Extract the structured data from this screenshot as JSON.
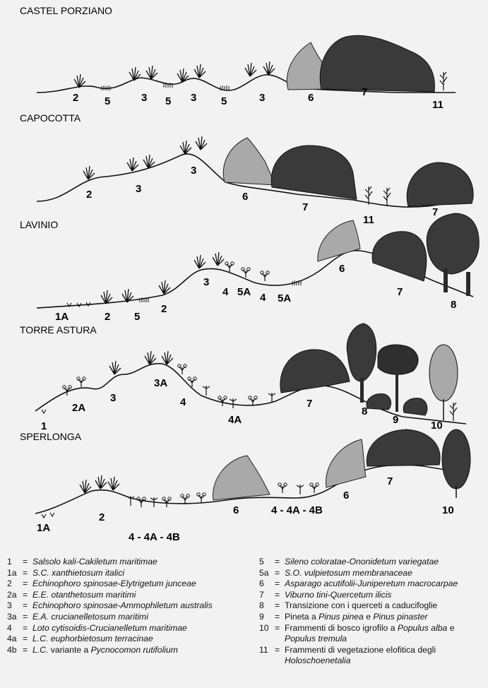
{
  "sites": [
    {
      "id": "castel-porziano",
      "title": "CASTEL PORZIANO",
      "labels": [
        "2",
        "5",
        "3",
        "5",
        "3",
        "5",
        "3",
        "6",
        "7",
        "11"
      ]
    },
    {
      "id": "capocotta",
      "title": "CAPOCOTTA",
      "labels": [
        "2",
        "3",
        "3",
        "6",
        "7",
        "11",
        "7"
      ]
    },
    {
      "id": "lavinio",
      "title": "LAVINIO",
      "labels": [
        "1A",
        "2",
        "5",
        "2",
        "3",
        "4",
        "5A",
        "4",
        "5A",
        "6",
        "7",
        "8"
      ]
    },
    {
      "id": "torre-astura",
      "title": "TORRE ASTURA",
      "labels": [
        "1",
        "2A",
        "3",
        "3A",
        "4",
        "4A",
        "7",
        "8",
        "9",
        "10"
      ]
    },
    {
      "id": "sperlonga",
      "title": "SPERLONGA",
      "labels": [
        "1A",
        "2",
        "4 - 4A - 4B",
        "6",
        "4 - 4A - 4B",
        "6",
        "7",
        "10"
      ]
    }
  ],
  "legend": {
    "left": [
      {
        "code": "1",
        "eq": "=",
        "parts": [
          {
            "t": "Salsolo kali-Cakiletum maritimae",
            "i": true
          }
        ]
      },
      {
        "code": "1a",
        "eq": "=",
        "parts": [
          {
            "t": "S.C. xanthietosum italici",
            "i": true
          }
        ]
      },
      {
        "code": "2",
        "eq": "=",
        "parts": [
          {
            "t": "Echinophoro spinosae-Elytrigetum junceae",
            "i": true
          }
        ]
      },
      {
        "code": "2a",
        "eq": "=",
        "parts": [
          {
            "t": "E.E. otanthetosum maritimi",
            "i": true
          }
        ]
      },
      {
        "code": "3",
        "eq": "=",
        "parts": [
          {
            "t": "Echinophoro spinosae-Ammophiletum australis",
            "i": true
          }
        ]
      },
      {
        "code": "3a",
        "eq": "=",
        "parts": [
          {
            "t": "E.A. crucianelletosum maritimi",
            "i": true
          }
        ]
      },
      {
        "code": "4",
        "eq": "=",
        "parts": [
          {
            "t": "Loto cytisoidis-Crucianelletum maritimae",
            "i": true
          }
        ]
      },
      {
        "code": "4a",
        "eq": "=",
        "parts": [
          {
            "t": "L.C. euphorbietosum terracinae",
            "i": true
          }
        ]
      },
      {
        "code": "4b",
        "eq": "=",
        "parts": [
          {
            "t": "L.C.",
            "i": true
          },
          {
            "t": " variante a ",
            "i": false
          },
          {
            "t": "Pycnocomon rutifolium",
            "i": true
          }
        ]
      }
    ],
    "right": [
      {
        "code": "5",
        "eq": "=",
        "parts": [
          {
            "t": "Sileno coloratae-Ononidetum variegatae",
            "i": true
          }
        ]
      },
      {
        "code": "5a",
        "eq": "=",
        "parts": [
          {
            "t": "S.O. vulpietosum membranaceae",
            "i": true
          }
        ]
      },
      {
        "code": "6",
        "eq": "=",
        "parts": [
          {
            "t": "Asparago acutifolii-Juniperetum macrocarpae",
            "i": true
          }
        ]
      },
      {
        "code": "7",
        "eq": "=",
        "parts": [
          {
            "t": "Viburno tini-Quercetum ilicis",
            "i": true
          }
        ]
      },
      {
        "code": "8",
        "eq": "=",
        "parts": [
          {
            "t": "Transizione con i querceti a caducifoglie",
            "i": false
          }
        ]
      },
      {
        "code": "9",
        "eq": "=",
        "parts": [
          {
            "t": "Pineta a ",
            "i": false
          },
          {
            "t": "Pinus pinea",
            "i": true
          },
          {
            "t": " e ",
            "i": false
          },
          {
            "t": "Pinus pinaster",
            "i": true
          }
        ]
      },
      {
        "code": "10",
        "eq": "=",
        "parts": [
          {
            "t": "Frammenti di bosco igrofilo a ",
            "i": false
          },
          {
            "t": "Populus alba",
            "i": true
          },
          {
            "t": " e",
            "i": false
          }
        ],
        "cont": [
          {
            "t": "Populus tremula",
            "i": true
          }
        ]
      },
      {
        "code": "11",
        "eq": "=",
        "parts": [
          {
            "t": "Frammenti di vegetazione elofitica degli",
            "i": false
          }
        ],
        "cont": [
          {
            "t": "Holoschoenetalia",
            "i": true
          }
        ]
      }
    ]
  }
}
